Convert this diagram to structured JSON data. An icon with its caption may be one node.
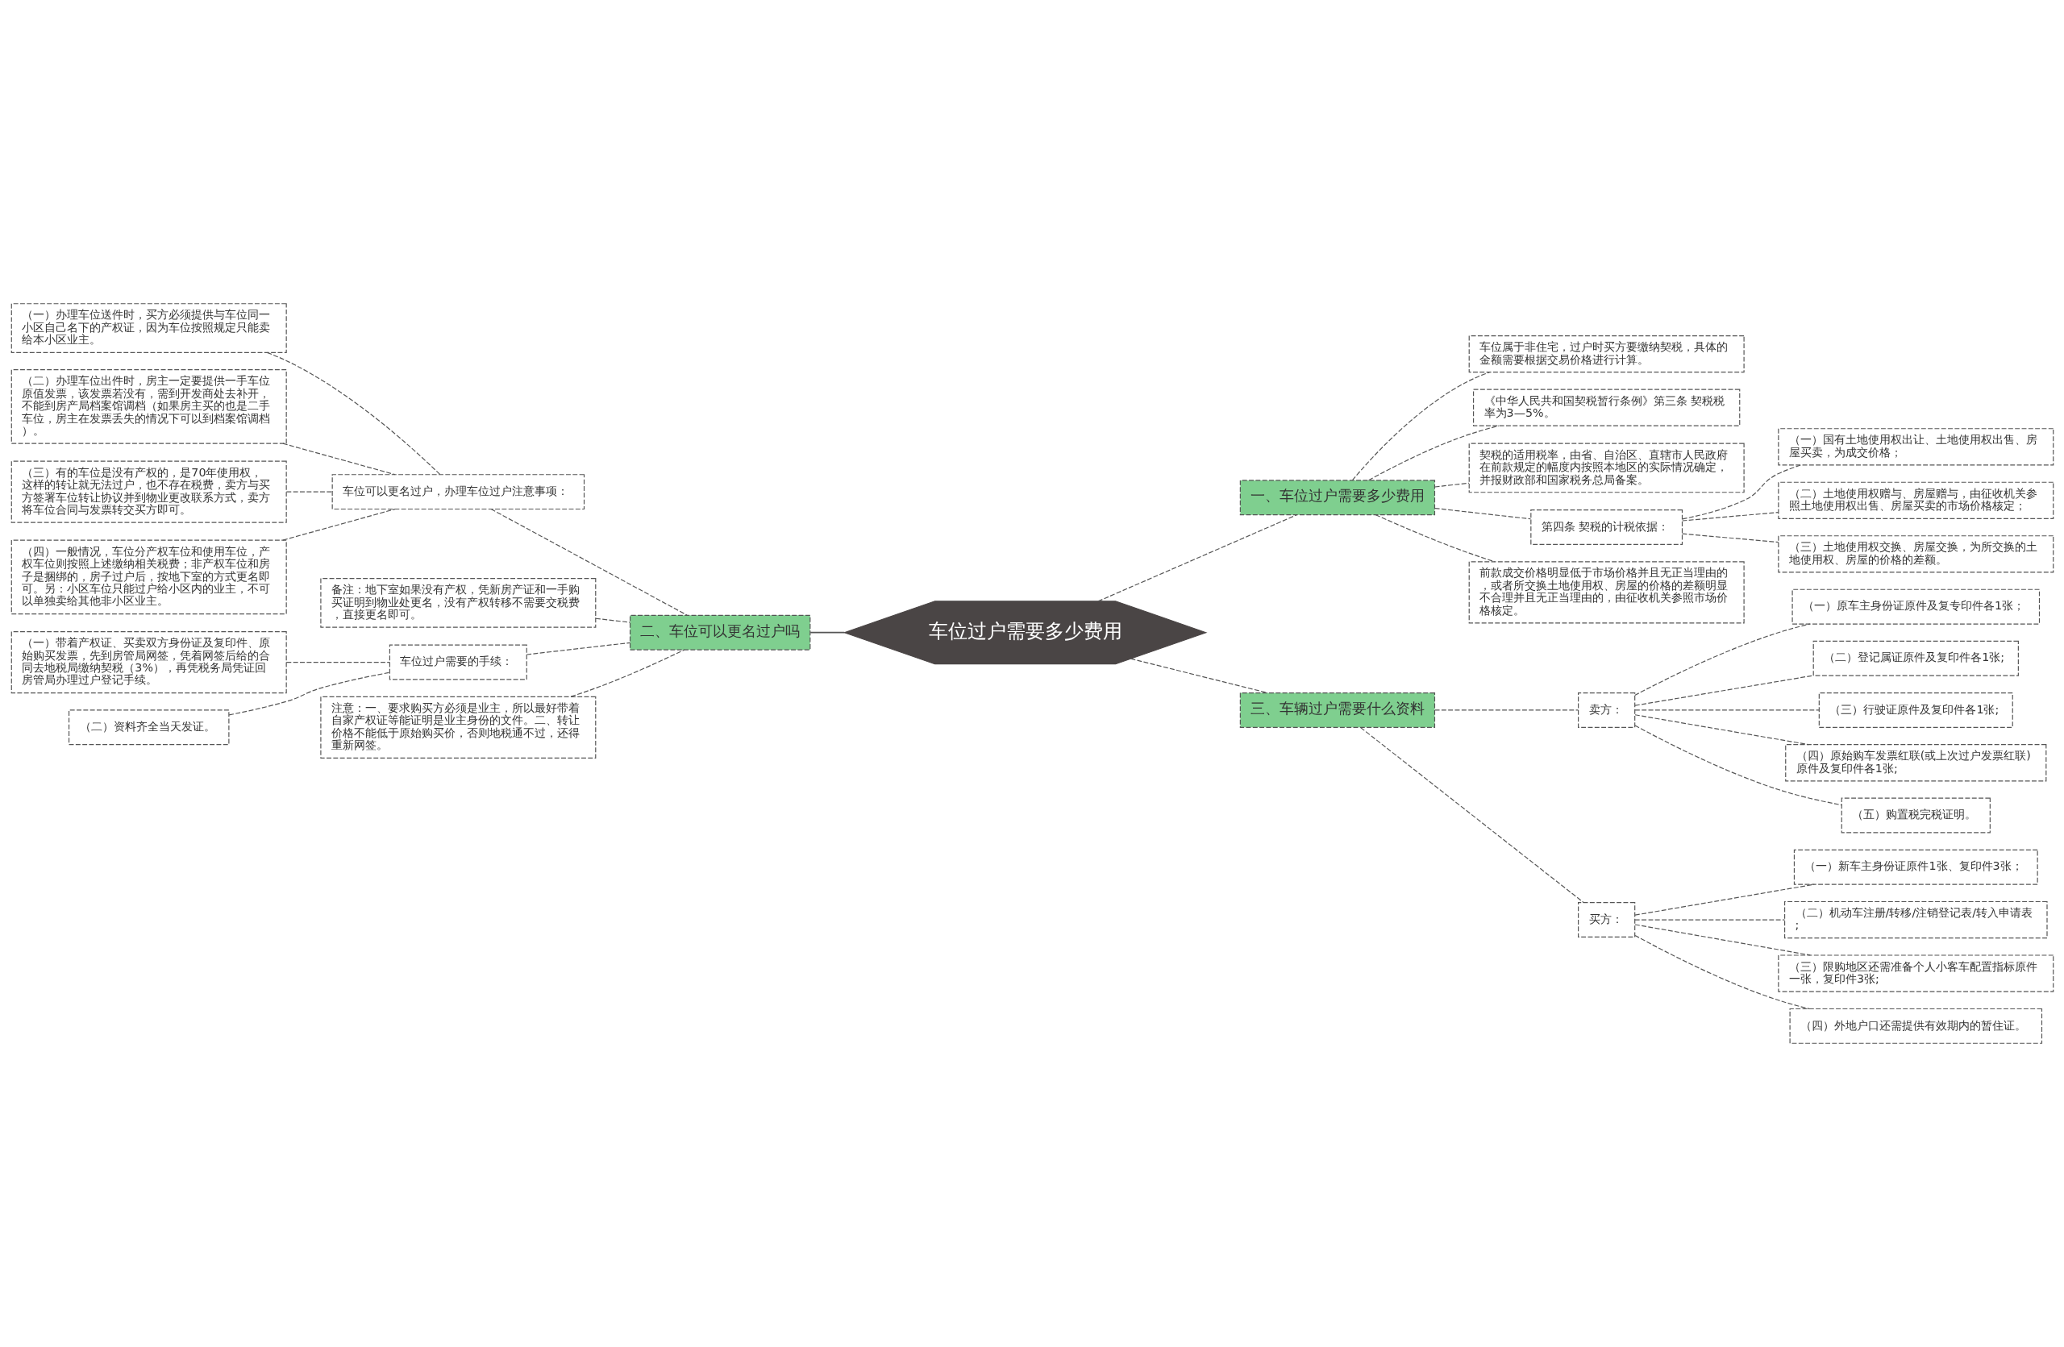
{
  "diagram": {
    "nodes": [
      {
        "text": [
          "车位过户需要多少费用"
        ]
      },
      {
        "text": [
          "一、车位过户需要多少费用"
        ]
      },
      {
        "text": [
          "车位属于非住宅，过户时买方要缴纳契税，具体的金额需要根据交易价格进行计算。"
        ]
      },
      {
        "text": [
          "《中华人民共和国契税暂行条例》第三条 契税税率为3—5%。"
        ]
      },
      {
        "text": [
          "契税的适用税率，由省、自治区、直辖市人民政府在前款规定的幅度内按照本地区的实际情况确定，并报财政部和国家税务总局备案。"
        ]
      },
      {
        "text": [
          "第四条 契税的计税依据："
        ]
      },
      {
        "text": [
          "（一）国有土地使用权出让、土地使用权出售、房屋买卖，为成交价格；"
        ]
      },
      {
        "text": [
          "（二）土地使用权赠与、房屋赠与，由征收机关参照土地使用权出售、房屋买卖的市场价格核定；"
        ]
      },
      {
        "text": [
          "（三）土地使用权交换、房屋交换，为所交换的土地使用权、房屋的价格的差额。"
        ]
      },
      {
        "text": [
          "前款成交价格明显低于市场价格并且无正当理由的，或者所交换土地使用权、房屋的价格的差额明显不合理并且无正当理由的，由征收机关参照市场价格核定。"
        ]
      },
      {
        "text": [
          "二、车位可以更名过户吗"
        ]
      },
      {
        "text": [
          "车位可以更名过户，办理车位过户注意事项："
        ]
      },
      {
        "text": [
          "（一）办理车位送件时，买方必须提供与车位同一小区自己名下的产权证，因为车位按照规定只能卖给本小区业主。"
        ]
      },
      {
        "text": [
          "（二）办理车位出件时，房主一定要提供一手车位原值发票，该发票若没有，需到开发商处去补开，不能到房产局档案馆调档（如果房主买的也是二手车位，房主在发票丢失的情况下可以到档案馆调档）。"
        ]
      },
      {
        "text": [
          "（三）有的车位是没有产权的，是70年使用权，这样的转让就无法过户，也不存在税费，卖方与买方签署车位转让协议并到物业更改联系方式，卖方将车位合同与发票转交买方即可。"
        ]
      },
      {
        "text": [
          "（四）一般情况，车位分产权车位和使用车位，产权车位则按照上述缴纳相关税费；非产权车位和房子是捆绑的，房子过户后，按地下室的方式更名即可。另：小区车位只能过户给小区内的业主，不可以单独卖给其他非小区业主。"
        ]
      },
      {
        "text": [
          "备注：地下室如果没有产权，凭新房产证和一手购买证明到物业处更名，没有产权转移不需要交税费，直接更名即可。"
        ]
      },
      {
        "text": [
          "车位过户需要的手续："
        ]
      },
      {
        "text": [
          "（一）带着产权证、买卖双方身份证及复印件、原始购买发票，先到房管局网签，凭着网签后给的合同去地税局缴纳契税（3%），再凭税务局凭证回房管局办理过户登记手续。"
        ]
      },
      {
        "text": [
          "（二）资料齐全当天发证。"
        ]
      },
      {
        "text": [
          "注意：一、要求购买方必须是业主，所以最好带着自家产权证等能证明是业主身份的文件。二、转让价格不能低于原始购买价，否则地税通不过，还得重新网签。"
        ]
      },
      {
        "text": [
          "三、车辆过户需要什么资料"
        ]
      },
      {
        "text": [
          "卖方："
        ]
      },
      {
        "text": [
          "（一）原车主身份证原件及复专印件各1张；"
        ]
      },
      {
        "text": [
          "（二）登记属证原件及复印件各1张;"
        ]
      },
      {
        "text": [
          "（三）行驶证原件及复印件各1张;"
        ]
      },
      {
        "text": [
          "（四）原始购车发票红联(或上次过户发票红联)原件及复印件各1张;"
        ]
      },
      {
        "text": [
          "（五）购置税完税证明。"
        ]
      },
      {
        "text": [
          "买方："
        ]
      },
      {
        "text": [
          "（一）新车主身份证原件1张、复印件3张；"
        ]
      },
      {
        "text": [
          "（二）机动车注册/转移/注销登记表/转入申请表;"
        ]
      },
      {
        "text": [
          "（三）限购地区还需准备个人小客车配置指标原件一张，复印件3张;"
        ]
      },
      {
        "text": [
          "（四）外地户口还需提供有效期内的暂住证。"
        ]
      }
    ],
    "edges": [
      {
        "from": 0,
        "to": 1,
        "arrow": "none",
        "style": "dashed"
      },
      {
        "from": 1,
        "to": 2,
        "arrow": "none",
        "style": "dashed"
      },
      {
        "from": 1,
        "to": 3,
        "arrow": "none",
        "style": "dashed"
      },
      {
        "from": 1,
        "to": 4,
        "arrow": "none",
        "style": "dashed"
      },
      {
        "from": 1,
        "to": 5,
        "arrow": "none",
        "style": "dashed"
      },
      {
        "from": 5,
        "to": 6,
        "arrow": "none",
        "style": "dashed"
      },
      {
        "from": 5,
        "to": 7,
        "arrow": "none",
        "style": "dashed"
      },
      {
        "from": 5,
        "to": 8,
        "arrow": "none",
        "style": "dashed"
      },
      {
        "from": 1,
        "to": 9,
        "arrow": "none",
        "style": "dashed"
      },
      {
        "from": 10,
        "to": 0,
        "arrow": "none"
      },
      {
        "from": 11,
        "to": 10,
        "arrow": "none",
        "style": "dashed"
      },
      {
        "from": 12,
        "to": 11,
        "arrow": "none",
        "style": "dashed"
      },
      {
        "from": 13,
        "to": 11,
        "arrow": "none",
        "style": "dashed"
      },
      {
        "from": 14,
        "to": 11,
        "arrow": "none",
        "style": "dashed"
      },
      {
        "from": 15,
        "to": 11,
        "arrow": "none",
        "style": "dashed"
      },
      {
        "from": 16,
        "to": 10,
        "arrow": "none",
        "style": "dashed"
      },
      {
        "from": 17,
        "to": 10,
        "arrow": "none",
        "style": "dashed"
      },
      {
        "from": 18,
        "to": 17,
        "arrow": "none",
        "style": "dashed"
      },
      {
        "from": 19,
        "to": 17,
        "arrow": "none",
        "style": "dashed"
      },
      {
        "from": 20,
        "to": 10,
        "arrow": "none",
        "style": "dashed"
      },
      {
        "from": 0,
        "to": 21,
        "arrow": "none",
        "style": "dashed"
      },
      {
        "from": 21,
        "to": 22,
        "arrow": "none",
        "style": "dashed"
      },
      {
        "from": 22,
        "to": 23,
        "arrow": "none",
        "style": "dashed"
      },
      {
        "from": 22,
        "to": 24,
        "arrow": "none",
        "style": "dashed"
      },
      {
        "from": 22,
        "to": 25,
        "arrow": "none",
        "style": "dashed"
      },
      {
        "from": 22,
        "to": 26,
        "arrow": "none",
        "style": "dashed"
      },
      {
        "from": 22,
        "to": 27,
        "arrow": "none",
        "style": "dashed"
      },
      {
        "from": 21,
        "to": 28,
        "arrow": "none",
        "style": "dashed"
      },
      {
        "from": 28,
        "to": 29,
        "arrow": "none",
        "style": "dashed"
      },
      {
        "from": 28,
        "to": 30,
        "arrow": "none",
        "style": "dashed"
      },
      {
        "from": 28,
        "to": 31,
        "arrow": "none",
        "style": "dashed"
      },
      {
        "from": 28,
        "to": 32,
        "arrow": "none",
        "style": "dashed"
      }
    ]
  }
}
